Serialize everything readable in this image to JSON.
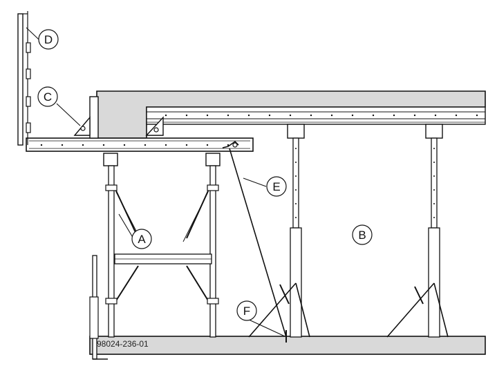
{
  "labels": {
    "A": "A",
    "B": "B",
    "C": "C",
    "D": "D",
    "E": "E",
    "F": "F"
  },
  "drawing_code": "98024-236-01"
}
